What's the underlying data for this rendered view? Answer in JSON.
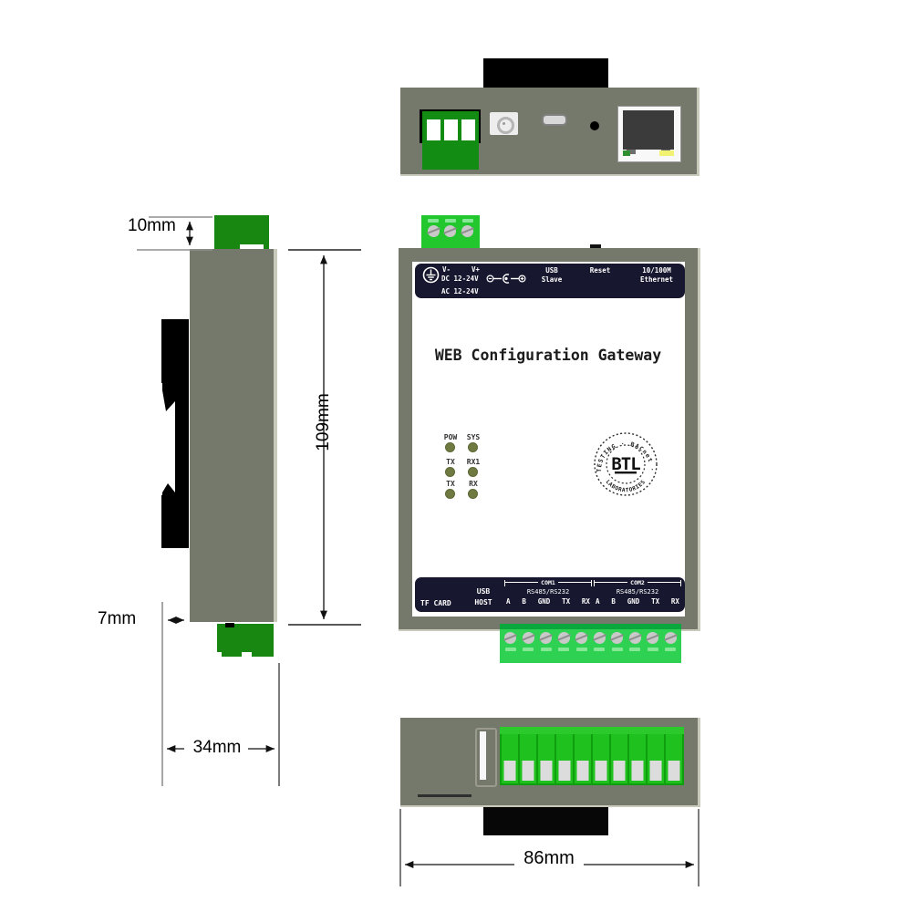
{
  "device": {
    "header": {
      "v_minus": "V-",
      "v_plus": "V+",
      "dc": "DC 12-24V",
      "ac": "AC 12-24V",
      "usb": "USB",
      "usb_sub": "Slave",
      "reset": "Reset",
      "net": "10/100M",
      "net_sub": "Ethernet"
    },
    "title": "WEB Configuration Gateway",
    "leds": [
      [
        "POW",
        "SYS"
      ],
      [
        "TX",
        "RX1"
      ],
      [
        "TX",
        "RX"
      ]
    ],
    "logo": {
      "arc_top": "TESTING · BACnet ·",
      "arc_bottom": "LABORATORIES",
      "center": "BTL"
    },
    "footer": {
      "tf": "TF CARD",
      "usb": "USB",
      "host": "HOST",
      "com1": "COM1",
      "com2": "COM2",
      "protocol": "RS485/RS232",
      "pins": [
        "A",
        "B",
        "GND",
        "TX",
        "RX"
      ]
    },
    "ports": {
      "top_terminal_pins": 3,
      "bottom_terminal_pins": 10,
      "bottom_view_cells": 10,
      "top_view_terminal_pins": 3
    }
  },
  "dimensions": {
    "clip_height": "10mm",
    "body_height": "109mm",
    "foot": "7mm",
    "depth": "34mm",
    "width": "86mm"
  },
  "colors": {
    "body_gray": "#75796b",
    "edge_light": "#c9cabc",
    "label_band_navy": "#17172f",
    "green_dark": "#178712",
    "green_bright": "#2ed152",
    "green_medium": "#1fc11f",
    "led_olive": "#6f7a42",
    "rj45_led_yellow": "#f2f272"
  }
}
